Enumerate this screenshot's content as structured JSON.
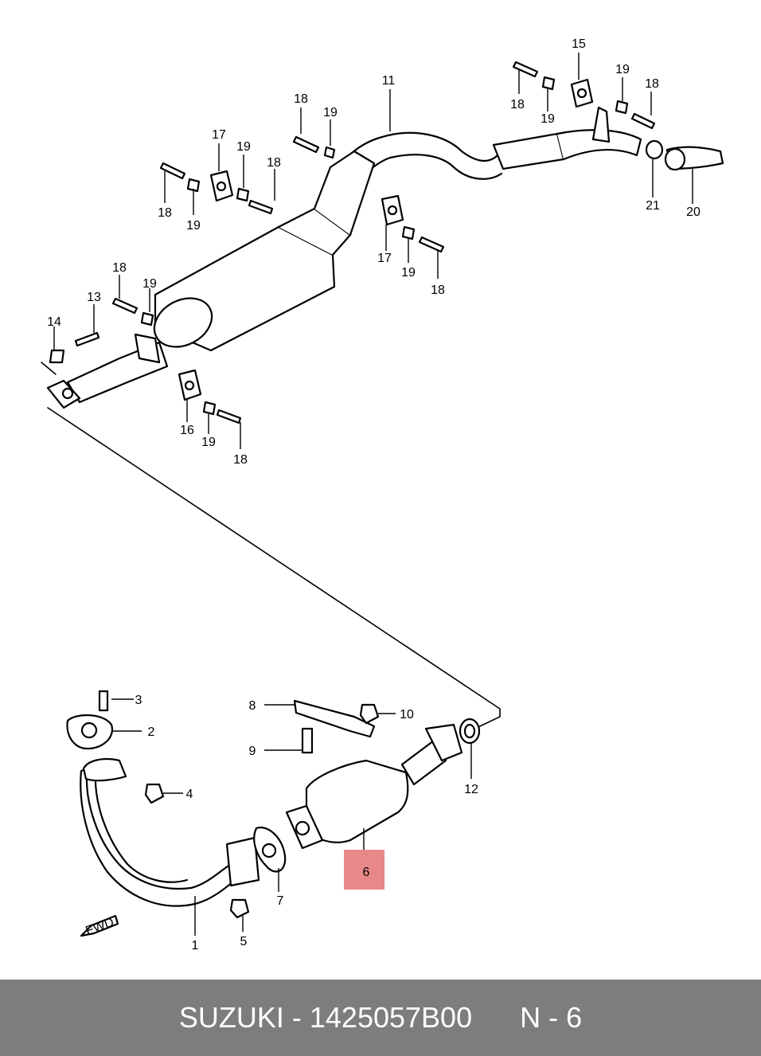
{
  "diagram": {
    "callouts": [
      {
        "id": "n1",
        "label": "1"
      },
      {
        "id": "n2",
        "label": "2"
      },
      {
        "id": "n3",
        "label": "3"
      },
      {
        "id": "n4",
        "label": "4"
      },
      {
        "id": "n5",
        "label": "5"
      },
      {
        "id": "n6",
        "label": "6"
      },
      {
        "id": "n7",
        "label": "7"
      },
      {
        "id": "n8",
        "label": "8"
      },
      {
        "id": "n9",
        "label": "9"
      },
      {
        "id": "n10",
        "label": "10"
      },
      {
        "id": "n11",
        "label": "11"
      },
      {
        "id": "n12",
        "label": "12"
      },
      {
        "id": "n13",
        "label": "13"
      },
      {
        "id": "n14",
        "label": "14"
      },
      {
        "id": "n15",
        "label": "15"
      },
      {
        "id": "n16",
        "label": "16"
      },
      {
        "id": "n17a",
        "label": "17"
      },
      {
        "id": "n17b",
        "label": "17"
      },
      {
        "id": "n18a",
        "label": "18"
      },
      {
        "id": "n18b",
        "label": "18"
      },
      {
        "id": "n18c",
        "label": "18"
      },
      {
        "id": "n18d",
        "label": "18"
      },
      {
        "id": "n18e",
        "label": "18"
      },
      {
        "id": "n18f",
        "label": "18"
      },
      {
        "id": "n18g",
        "label": "18"
      },
      {
        "id": "n18h",
        "label": "18"
      },
      {
        "id": "n19a",
        "label": "19"
      },
      {
        "id": "n19b",
        "label": "19"
      },
      {
        "id": "n19c",
        "label": "19"
      },
      {
        "id": "n19d",
        "label": "19"
      },
      {
        "id": "n19e",
        "label": "19"
      },
      {
        "id": "n19f",
        "label": "19"
      },
      {
        "id": "n19g",
        "label": "19"
      },
      {
        "id": "n19h",
        "label": "19"
      },
      {
        "id": "n20",
        "label": "20"
      },
      {
        "id": "n21",
        "label": "21"
      }
    ],
    "highlighted_part": "6",
    "direction_marker": "FWD",
    "highlight_color": "#e57373"
  },
  "footer": {
    "brand": "SUZUKI",
    "separator": "-",
    "part_number": "1425057B00",
    "page_code": "N - 6",
    "background_color": "#7d7d7d",
    "text_color": "#ffffff"
  }
}
